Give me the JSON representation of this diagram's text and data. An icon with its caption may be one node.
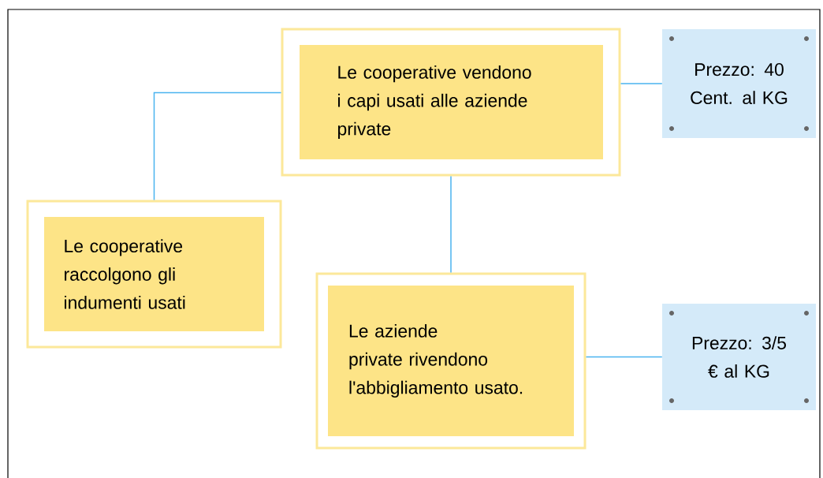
{
  "diagram": {
    "nodes": [
      {
        "text": [
          "Le cooperative vendono i capi usati alle aziende private"
        ]
      },
      {
        "text": [
          "Prezzo: 40 Cent. al KG"
        ]
      },
      {
        "text": [
          "Le cooperative raccolgono gli indumenti usati"
        ]
      },
      {
        "text": [
          "Le aziende private rivendono l'abbigliamento usato."
        ]
      },
      {
        "text": [
          "Prezzo: 3/5 € al KG"
        ]
      }
    ],
    "edges": [
      {
        "from": 2,
        "to": 0,
        "arrow": "none"
      },
      {
        "from": 0,
        "to": 1,
        "arrow": "none"
      },
      {
        "from": 0,
        "to": 3,
        "arrow": "none"
      },
      {
        "from": 3,
        "to": 4,
        "arrow": "none"
      }
    ]
  }
}
